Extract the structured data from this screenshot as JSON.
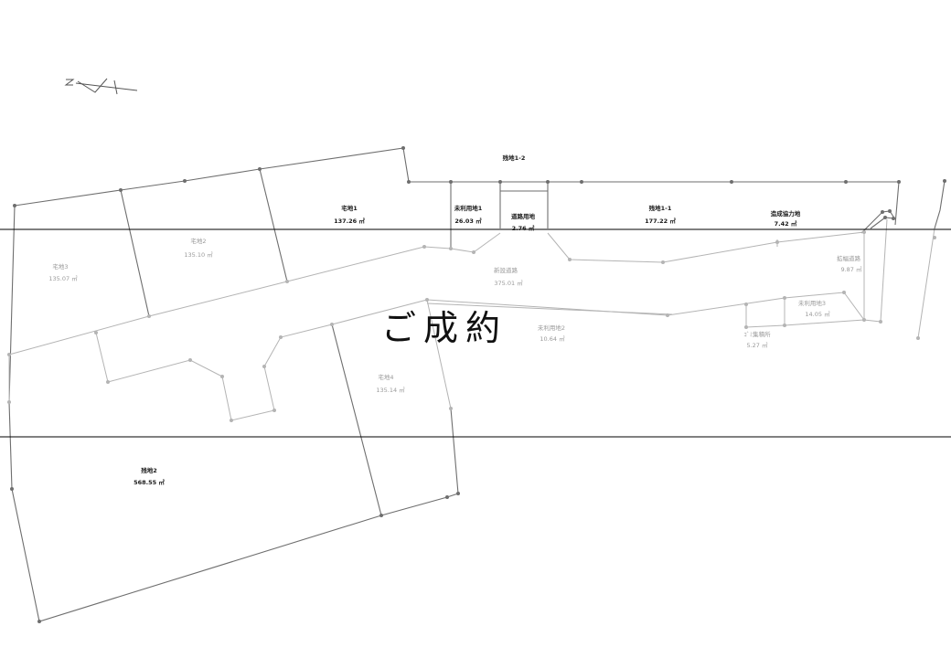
{
  "north_arrow_icon": "north-arrow",
  "status_stamp": "ご成約",
  "lots": [
    {
      "id": "residual-1-2",
      "name": "残地1-2",
      "area": "",
      "style": "dark"
    },
    {
      "id": "house-1",
      "name": "宅地1",
      "area": "137.26 ㎡",
      "style": "dark"
    },
    {
      "id": "unused-1",
      "name": "未利用地1",
      "area": "26.03 ㎡",
      "style": "dark"
    },
    {
      "id": "road-land",
      "name": "道路用地",
      "area": "2.76 ㎡",
      "style": "dark"
    },
    {
      "id": "residual-1-1",
      "name": "残地1-1",
      "area": "177.22 ㎡",
      "style": "dark"
    },
    {
      "id": "cooperation",
      "name": "造成協力地",
      "area": "7.42 ㎡",
      "style": "dark"
    },
    {
      "id": "house-2",
      "name": "宅地2",
      "area": "135.10 ㎡",
      "style": "light"
    },
    {
      "id": "house-3",
      "name": "宅地3",
      "area": "135.07 ㎡",
      "style": "light"
    },
    {
      "id": "new-road",
      "name": "新設道路",
      "area": "375.01 ㎡",
      "style": "light"
    },
    {
      "id": "widening-road",
      "name": "拡幅道路",
      "area": "9.87 ㎡",
      "style": "light"
    },
    {
      "id": "unused-3",
      "name": "未利用地3",
      "area": "14.05 ㎡",
      "style": "light"
    },
    {
      "id": "unused-2",
      "name": "未利用地2",
      "area": "10.64 ㎡",
      "style": "light"
    },
    {
      "id": "garbage",
      "name": "ｺﾞﾐ集積所",
      "area": "5.27 ㎡",
      "style": "light"
    },
    {
      "id": "house-4",
      "name": "宅地4",
      "area": "135.14 ㎡",
      "style": "light"
    },
    {
      "id": "residual-2",
      "name": "残地2",
      "area": "568.55 ㎡",
      "style": "dark"
    }
  ]
}
